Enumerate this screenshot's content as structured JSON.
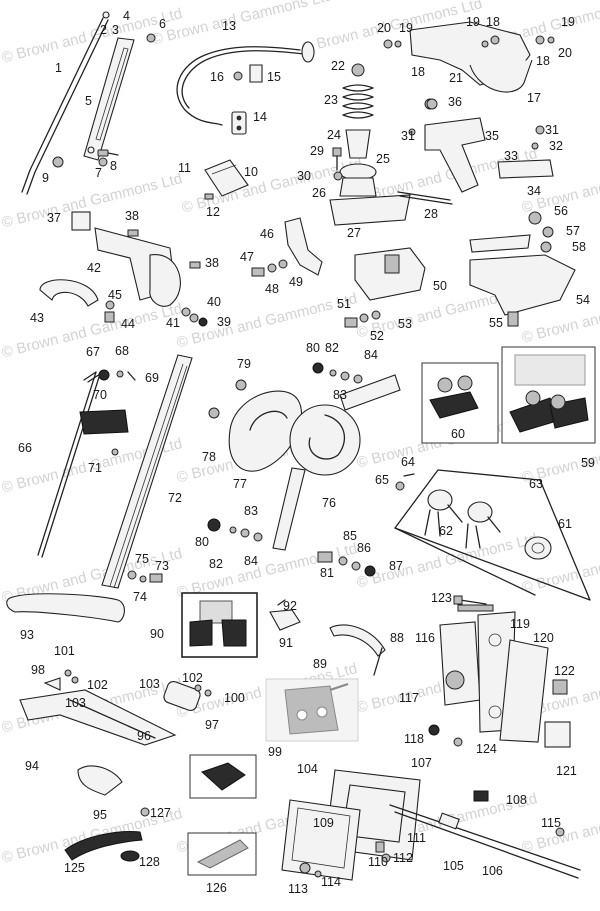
{
  "watermark": {
    "text": "© Brown and Gammons Ltd"
  },
  "parts": [
    "1",
    "2",
    "3",
    "4",
    "5",
    "6",
    "7",
    "8",
    "9",
    "10",
    "11",
    "12",
    "13",
    "14",
    "15",
    "16",
    "17",
    "18",
    "19",
    "20",
    "21",
    "22",
    "23",
    "24",
    "25",
    "26",
    "27",
    "28",
    "29",
    "30",
    "31",
    "32",
    "33",
    "34",
    "35",
    "36",
    "37",
    "38",
    "39",
    "40",
    "41",
    "42",
    "43",
    "44",
    "45",
    "46",
    "47",
    "48",
    "49",
    "50",
    "51",
    "52",
    "53",
    "54",
    "55",
    "56",
    "57",
    "58",
    "59",
    "60",
    "61",
    "62",
    "63",
    "64",
    "65",
    "66",
    "67",
    "68",
    "69",
    "70",
    "71",
    "72",
    "73",
    "74",
    "75",
    "76",
    "77",
    "78",
    "79",
    "80",
    "81",
    "82",
    "83",
    "84",
    "85",
    "86",
    "87",
    "88",
    "89",
    "90",
    "91",
    "92",
    "93",
    "94",
    "95",
    "96",
    "97",
    "98",
    "99",
    "100",
    "101",
    "102",
    "103",
    "104",
    "105",
    "106",
    "107",
    "108",
    "109",
    "110",
    "111",
    "112",
    "113",
    "114",
    "115",
    "116",
    "117",
    "118",
    "119",
    "120",
    "121",
    "122",
    "123",
    "124",
    "125",
    "126",
    "127",
    "128"
  ],
  "callouts": [
    {
      "text": "4"
    },
    {
      "text": "2"
    },
    {
      "text": "3"
    },
    {
      "text": "1"
    },
    {
      "text": "5"
    },
    {
      "text": "6"
    },
    {
      "text": "7"
    },
    {
      "text": "8"
    },
    {
      "text": "9"
    },
    {
      "text": "13"
    },
    {
      "text": "16"
    },
    {
      "text": "15"
    },
    {
      "text": "14"
    },
    {
      "text": "11"
    },
    {
      "text": "10"
    },
    {
      "text": "12"
    },
    {
      "text": "20"
    },
    {
      "text": "19"
    },
    {
      "text": "19"
    },
    {
      "text": "18"
    },
    {
      "text": "19"
    },
    {
      "text": "20"
    },
    {
      "text": "18"
    },
    {
      "text": "18"
    },
    {
      "text": "21"
    },
    {
      "text": "17"
    },
    {
      "text": "22"
    },
    {
      "text": "23"
    },
    {
      "text": "24"
    },
    {
      "text": "29"
    },
    {
      "text": "25"
    },
    {
      "text": "30"
    },
    {
      "text": "26"
    },
    {
      "text": "27"
    },
    {
      "text": "28"
    },
    {
      "text": "36"
    },
    {
      "text": "31"
    },
    {
      "text": "35"
    },
    {
      "text": "31"
    },
    {
      "text": "32"
    },
    {
      "text": "33"
    },
    {
      "text": "34"
    },
    {
      "text": "37"
    },
    {
      "text": "38"
    },
    {
      "text": "42"
    },
    {
      "text": "38"
    },
    {
      "text": "43"
    },
    {
      "text": "45"
    },
    {
      "text": "44"
    },
    {
      "text": "40"
    },
    {
      "text": "41"
    },
    {
      "text": "39"
    },
    {
      "text": "46"
    },
    {
      "text": "47"
    },
    {
      "text": "48"
    },
    {
      "text": "49"
    },
    {
      "text": "50"
    },
    {
      "text": "51"
    },
    {
      "text": "52"
    },
    {
      "text": "53"
    },
    {
      "text": "56"
    },
    {
      "text": "57"
    },
    {
      "text": "58"
    },
    {
      "text": "54"
    },
    {
      "text": "55"
    },
    {
      "text": "67"
    },
    {
      "text": "68"
    },
    {
      "text": "69"
    },
    {
      "text": "70"
    },
    {
      "text": "66"
    },
    {
      "text": "71"
    },
    {
      "text": "72"
    },
    {
      "text": "75"
    },
    {
      "text": "73"
    },
    {
      "text": "74"
    },
    {
      "text": "79"
    },
    {
      "text": "78"
    },
    {
      "text": "77"
    },
    {
      "text": "80"
    },
    {
      "text": "82"
    },
    {
      "text": "84"
    },
    {
      "text": "83"
    },
    {
      "text": "76"
    },
    {
      "text": "80"
    },
    {
      "text": "82"
    },
    {
      "text": "83"
    },
    {
      "text": "84"
    },
    {
      "text": "81"
    },
    {
      "text": "85"
    },
    {
      "text": "86"
    },
    {
      "text": "87"
    },
    {
      "text": "60"
    },
    {
      "text": "59"
    },
    {
      "text": "64"
    },
    {
      "text": "65"
    },
    {
      "text": "63"
    },
    {
      "text": "61"
    },
    {
      "text": "62"
    },
    {
      "text": "123"
    },
    {
      "text": "119"
    },
    {
      "text": "116"
    },
    {
      "text": "120"
    },
    {
      "text": "122"
    },
    {
      "text": "117"
    },
    {
      "text": "118"
    },
    {
      "text": "124"
    },
    {
      "text": "121"
    },
    {
      "text": "93"
    },
    {
      "text": "90"
    },
    {
      "text": "92"
    },
    {
      "text": "91"
    },
    {
      "text": "88"
    },
    {
      "text": "89"
    },
    {
      "text": "98"
    },
    {
      "text": "101"
    },
    {
      "text": "102"
    },
    {
      "text": "103"
    },
    {
      "text": "103"
    },
    {
      "text": "102"
    },
    {
      "text": "100"
    },
    {
      "text": "97"
    },
    {
      "text": "96"
    },
    {
      "text": "94"
    },
    {
      "text": "95"
    },
    {
      "text": "99"
    },
    {
      "text": "127"
    },
    {
      "text": "125"
    },
    {
      "text": "128"
    },
    {
      "text": "126"
    },
    {
      "text": "104"
    },
    {
      "text": "107"
    },
    {
      "text": "108"
    },
    {
      "text": "109"
    },
    {
      "text": "105"
    },
    {
      "text": "111"
    },
    {
      "text": "112"
    },
    {
      "text": "110"
    },
    {
      "text": "106"
    },
    {
      "text": "115"
    },
    {
      "text": "113"
    },
    {
      "text": "114"
    }
  ]
}
